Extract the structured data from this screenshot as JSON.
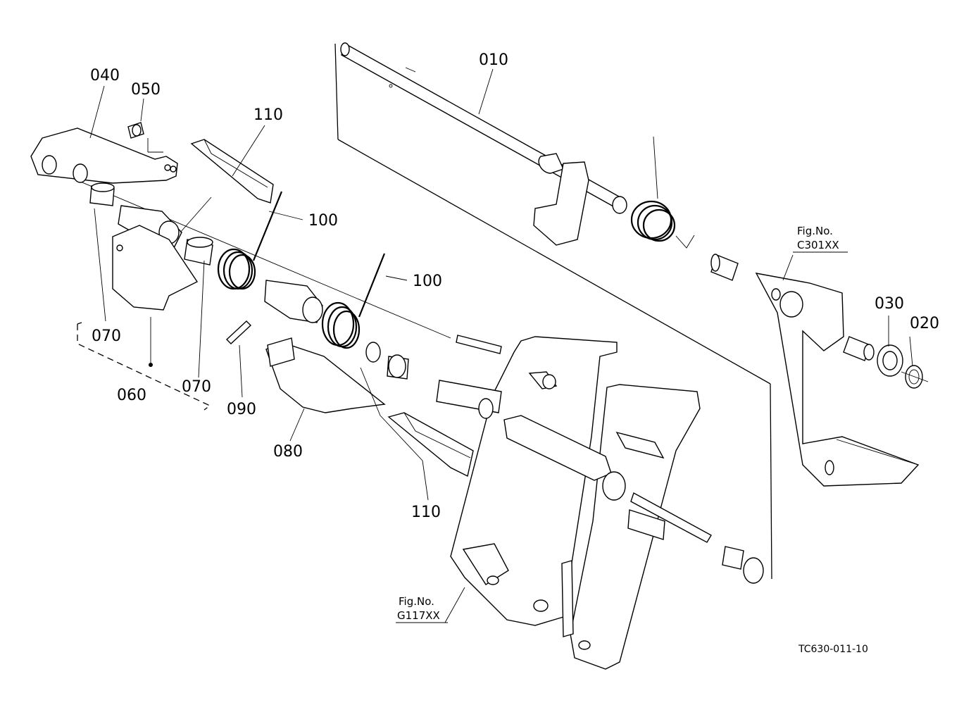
{
  "part_labels": {
    "p010": "010",
    "p020": "020",
    "p030": "030",
    "p040": "040",
    "p050": "050",
    "p060": "060",
    "p070a": "070",
    "p070b": "070",
    "p080": "080",
    "p090": "090",
    "p100a": "100",
    "p100b": "100",
    "p110a": "110",
    "p110b": "110"
  },
  "references": {
    "c301": {
      "line1": "Fig.No.",
      "line2": "C301XX"
    },
    "g117": {
      "line1": "Fig.No.",
      "line2": "G117XX"
    }
  },
  "drawing_code": "TC630-011-10"
}
